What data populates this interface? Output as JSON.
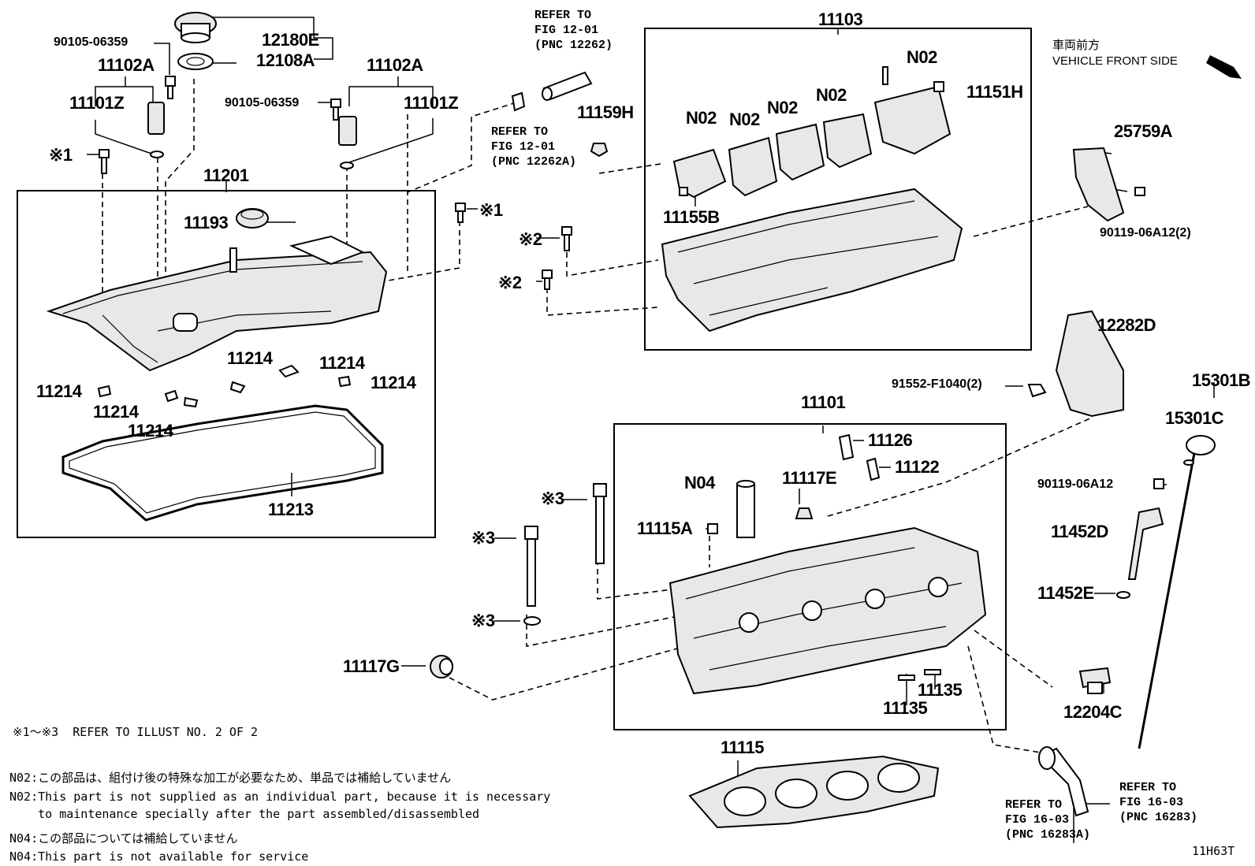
{
  "labels": {
    "p12180E": "12180E",
    "p12108A": "12108A",
    "p90105a": "90105-06359",
    "p11102A_l": "11102A",
    "p11101Z_l": "11101Z",
    "p90105b": "90105-06359",
    "p11102A_r": "11102A",
    "p11101Z_r": "11101Z",
    "mark1_a": "※1",
    "mark1_b": "※1",
    "p11201": "11201",
    "p11193": "11193",
    "p11214_a": "11214",
    "p11214_b": "11214",
    "p11214_c": "11214",
    "p11214_d": "11214",
    "p11214_e": "11214",
    "p11214_f": "11214",
    "p11213": "11213",
    "p11159H": "11159H",
    "p11103": "11103",
    "pN02_a": "N02",
    "pN02_b": "N02",
    "pN02_c": "N02",
    "pN02_d": "N02",
    "pN02_e": "N02",
    "p11151H": "11151H",
    "p11155B": "11155B",
    "mark2_a": "※2",
    "mark2_b": "※2",
    "p25759A": "25759A",
    "p90119_2": "90119-06A12(2)",
    "p12282D": "12282D",
    "p91552": "91552-F1040(2)",
    "p11101": "11101",
    "p15301B": "15301B",
    "p15301C": "15301C",
    "p11126": "11126",
    "p11122": "11122",
    "pN04": "N04",
    "p11117E": "11117E",
    "p11115A": "11115A",
    "mark3_a": "※3",
    "mark3_b": "※3",
    "mark3_c": "※3",
    "p90119": "90119-06A12",
    "p11452D": "11452D",
    "p11452E": "11452E",
    "p11117G": "11117G",
    "p11135_a": "11135",
    "p11135_b": "11135",
    "p12204C": "12204C",
    "p11115": "11115"
  },
  "refs": {
    "ref1": "REFER TO\nFIG 12-01\n(PNC 12262)",
    "ref2": "REFER TO\nFIG 12-01\n(PNC 12262A)",
    "ref3": "REFER TO\nFIG 16-03\n(PNC 16283A)",
    "ref4": "REFER TO\nFIG 16-03\n(PNC 16283)"
  },
  "front": {
    "jp": "車両前方",
    "en": "VEHICLE FRONT SIDE"
  },
  "notes": {
    "ref_note": "※1～※3  REFER TO ILLUST NO. 2 OF 2",
    "n02_jp": "N02:この部品は、組付け後の特殊な加工が必要なため、単品では補給していません",
    "n02_en1": "N02:This part is not supplied as an individual part, because it is necessary",
    "n02_en2": "    to maintenance specially after the part assembled/disassembled",
    "n04_jp": "N04:この部品については補給していません",
    "n04_en": "N04:This part is not available for service"
  },
  "illust_code": "11H63T"
}
